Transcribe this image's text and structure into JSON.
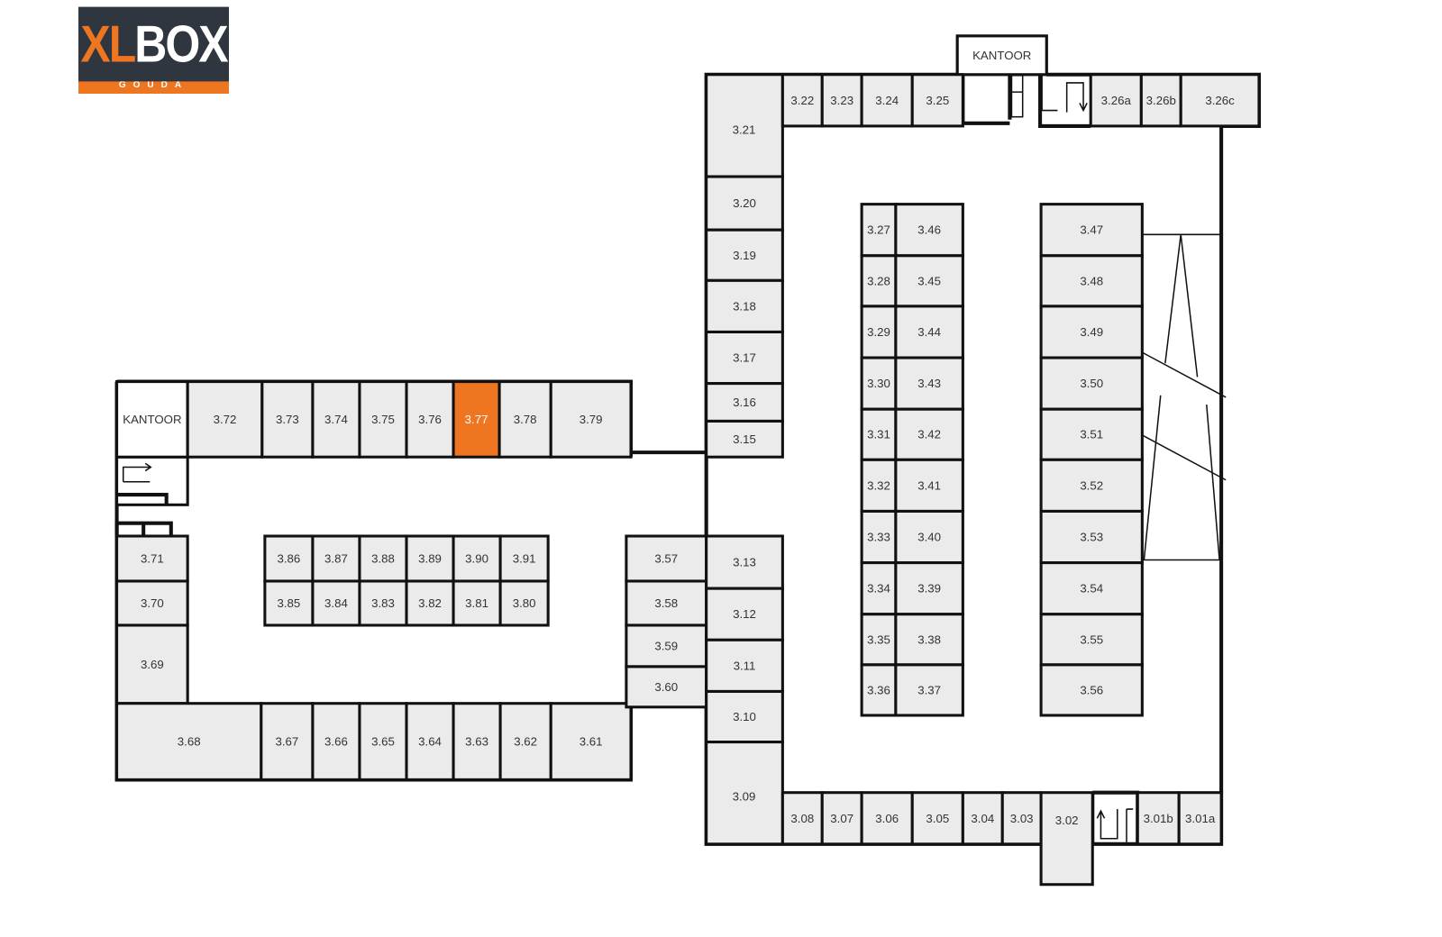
{
  "logo": {
    "brand_a": "XL",
    "brand_b": "BOX",
    "location": "GOUDA"
  },
  "colors": {
    "highlight": "#ee7621",
    "unit_fill": "#ebebeb",
    "wall": "#111111"
  },
  "offices": [
    {
      "id": "office-left",
      "label": "KANTOOR"
    },
    {
      "id": "office-top",
      "label": "KANTOOR"
    }
  ],
  "highlighted_unit": "3.77",
  "units": [
    "3.72",
    "3.73",
    "3.74",
    "3.75",
    "3.76",
    "3.77",
    "3.78",
    "3.79",
    "3.71",
    "3.70",
    "3.69",
    "3.68",
    "3.67",
    "3.66",
    "3.65",
    "3.64",
    "3.63",
    "3.62",
    "3.61",
    "3.86",
    "3.87",
    "3.88",
    "3.89",
    "3.90",
    "3.91",
    "3.85",
    "3.84",
    "3.83",
    "3.82",
    "3.81",
    "3.80",
    "3.57",
    "3.58",
    "3.59",
    "3.60",
    "3.21",
    "3.20",
    "3.19",
    "3.18",
    "3.17",
    "3.16",
    "3.15",
    "3.13",
    "3.12",
    "3.11",
    "3.10",
    "3.09",
    "3.22",
    "3.23",
    "3.24",
    "3.25",
    "3.26a",
    "3.26b",
    "3.26c",
    "3.27",
    "3.28",
    "3.29",
    "3.30",
    "3.31",
    "3.32",
    "3.33",
    "3.34",
    "3.35",
    "3.36",
    "3.46",
    "3.45",
    "3.44",
    "3.43",
    "3.42",
    "3.41",
    "3.40",
    "3.39",
    "3.38",
    "3.37",
    "3.47",
    "3.48",
    "3.49",
    "3.50",
    "3.51",
    "3.52",
    "3.53",
    "3.54",
    "3.55",
    "3.56",
    "3.08",
    "3.07",
    "3.06",
    "3.05",
    "3.04",
    "3.03",
    "3.02",
    "3.01b",
    "3.01a"
  ]
}
